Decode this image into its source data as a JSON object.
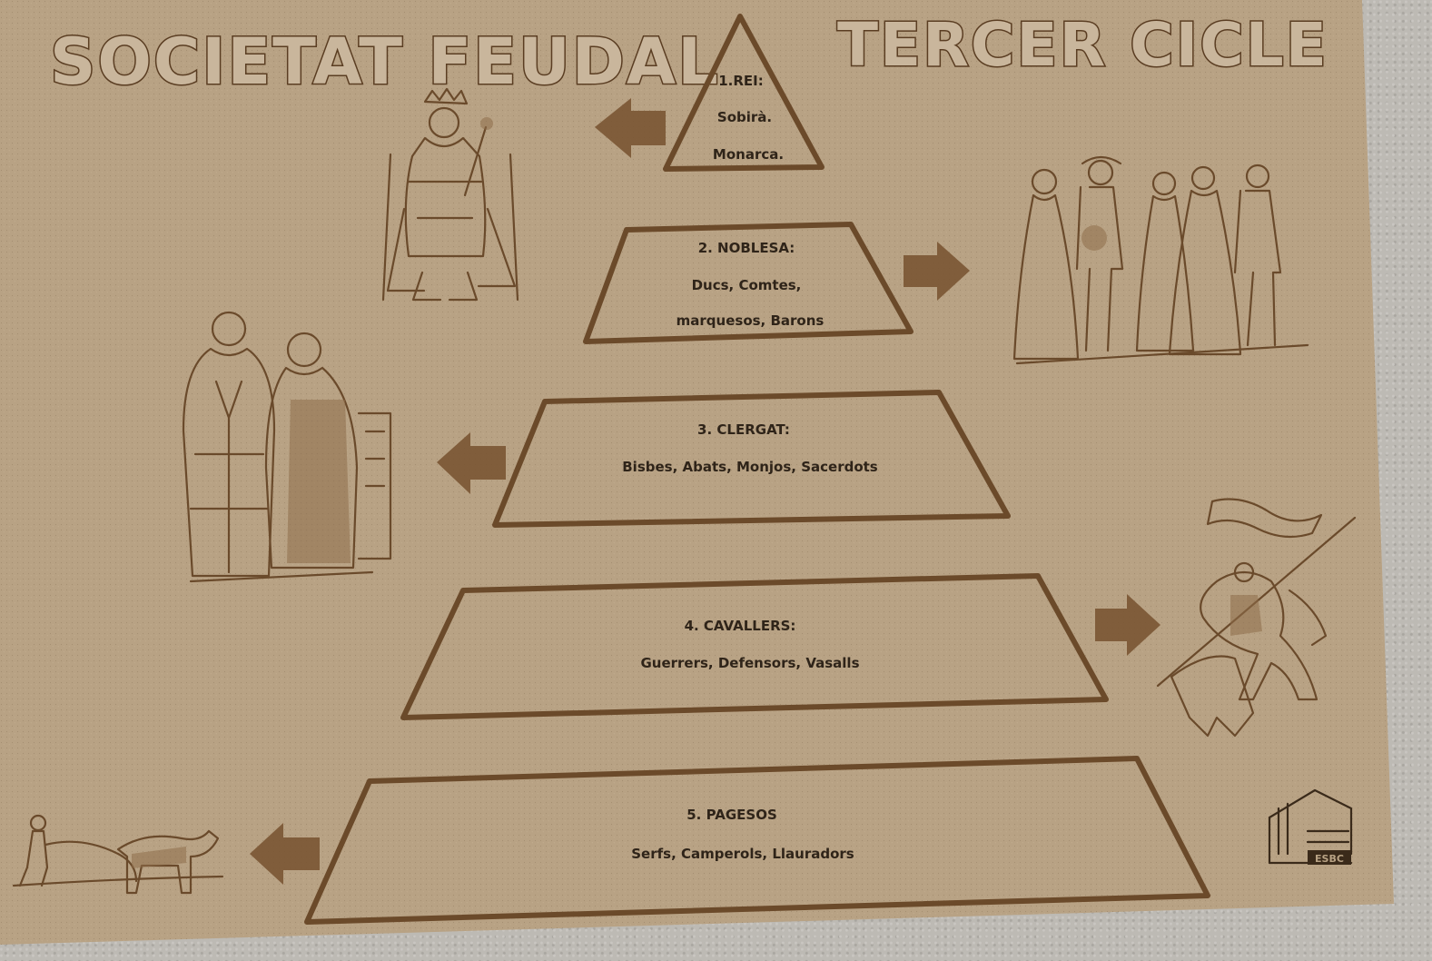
{
  "title": {
    "left": "SOCIETAT FEUDAL",
    "right": "TERCER CICLE"
  },
  "tiers": [
    {
      "heading": "1.REI:",
      "lines": [
        "Sobirà.",
        "Monarca."
      ]
    },
    {
      "heading": "2. NOBLESA:",
      "lines": [
        "Ducs, Comtes,",
        "marquesos, Barons"
      ]
    },
    {
      "heading": "3. CLERGAT:",
      "lines": [
        "Bisbes, Abats, Monjos, Sacerdots"
      ]
    },
    {
      "heading": "4. CAVALLERS:",
      "lines": [
        "Guerrers, Defensors, Vasalls"
      ]
    },
    {
      "heading": "5. PAGESOS",
      "lines": [
        "Serfs, Camperols, Llauradors"
      ]
    }
  ],
  "logo": {
    "text": "ESBC"
  },
  "colors": {
    "board": "#b59f80",
    "etch": "#6b4a2a",
    "text": "#2f2419"
  },
  "icons": [
    "arrow-left-icon",
    "arrow-right-icon",
    "king-illustration",
    "nobles-illustration",
    "clergy-illustration",
    "knight-illustration",
    "peasant-illustration",
    "school-logo"
  ]
}
